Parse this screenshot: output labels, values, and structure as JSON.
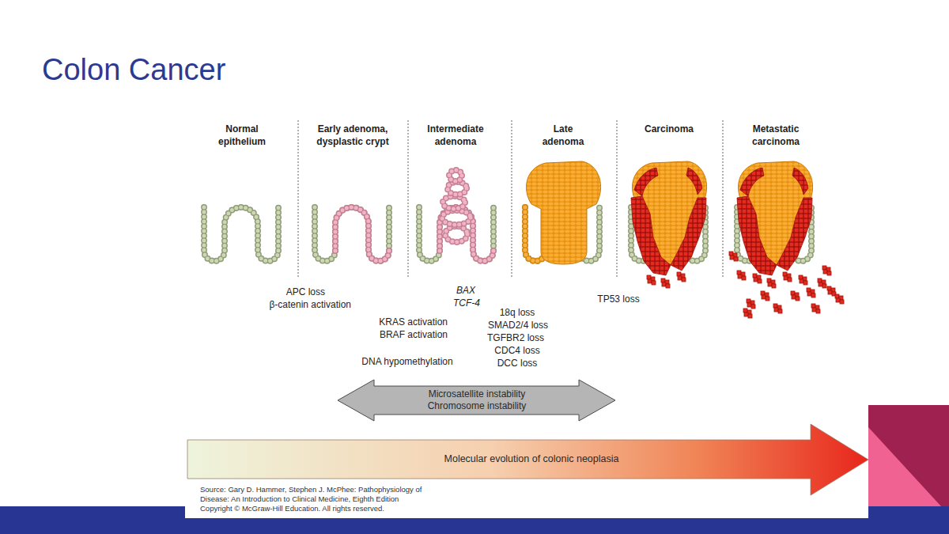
{
  "diagram": {
    "title": "Colon Cancer",
    "nodes": [
      {
        "text": [
          "Microsatellite instability Chromosome instability"
        ]
      },
      {
        "text": [
          "Molecular evolution of colonic neoplasia"
        ]
      }
    ],
    "labels": [
      "Normal epithelium",
      "Early adenoma, dysplastic crypt",
      "Intermediate adenoma",
      "Late adenoma",
      "Carcinoma",
      "Metastatic carcinoma",
      "APC loss",
      "β-catenin activation",
      "BAX",
      "TCF-4",
      "TP53 loss",
      "KRAS activation",
      "BRAF activation",
      "18q loss",
      "SMAD2/4 loss",
      "TGFBR2 loss",
      "CDC4 loss",
      "DCC loss",
      "DNA hypomethylation",
      "Source: Gary D. Hammer, Stephen J. McPhee: Pathophysiology of Disease: An Introduction to Clinical Medicine, Eighth Edition",
      "Copyright © McGraw-Hill Education. All rights reserved."
    ]
  }
}
